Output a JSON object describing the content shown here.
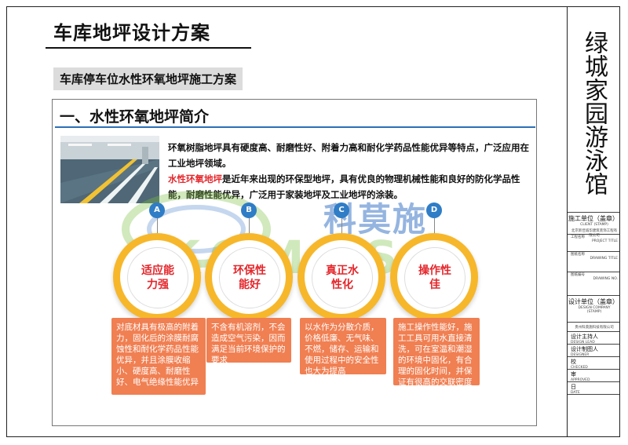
{
  "document": {
    "title": "车库地坪设计方案",
    "subtitle": "车库停车位水性环氧地坪施工方案",
    "section_heading": "一、水性环氧地坪简介",
    "intro_line1": "环氧树脂地坪具有硬度高、耐磨性好、附着力高和耐化学药品性能优异等特点，广泛应用在工业地坪领域。",
    "intro_highlight": "水性环氧地坪",
    "intro_line2": "是近年来出现的环保型地坪，具有优良的物理机械性能和良好的防化学品性能，耐磨性能优异，广泛用于家装地坪及工业地坪的涂装。"
  },
  "watermark": {
    "cn": "科莫施",
    "en": "KOMOS"
  },
  "features": [
    {
      "letter": "A",
      "title": "适应能力强",
      "title_l1": "适应能",
      "title_l2": "力强",
      "desc": "对底材具有极高的附着力，固化后的涂膜耐腐蚀性和耐化学药品性能优异，并且涂膜收缩小、硬度高、耐磨性好、电气绝缘性能优异"
    },
    {
      "letter": "B",
      "title_l1": "环保性",
      "title_l2": "能好",
      "desc": "不含有机溶剂，不会造成空气污染，因而满足当前环境保护的要求"
    },
    {
      "letter": "C",
      "title_l1": "真正水",
      "title_l2": "性化",
      "desc": "以水作为分散介质，价格低廉、无气味、不燃，储存、运输和使用过程中的安全性也大为提高"
    },
    {
      "letter": "D",
      "title_l1": "操作性",
      "title_l2": "佳",
      "desc": "施工操作性能好，施工工具可用水直接清洗，可在室温和潮湿的环境中固化，有合理的固化时间，并保证有很高的交联密度"
    }
  ],
  "title_block": {
    "project_name": "绿城家园游泳馆",
    "construction_unit": "施工单位（盖章）",
    "construction_unit_en": "CLIENT (STAMP)",
    "construction_company": "北京新佳诚华建筑装饰工程有限公司",
    "project_title_cn": "工程名称",
    "project_title_en": "PROJECT TITLE",
    "drawing_title_cn": "图纸名称",
    "drawing_title_en": "DRAWING TITLE",
    "drawing_no_cn": "图纸编号",
    "drawing_no_en": "DRAWING NO.",
    "design_unit": "设计单位（盖章）",
    "design_unit_en": "DESIGN COMPANY (STAMP)",
    "design_company": "贵州科莫施科技有限公司",
    "design_lead": "设计主持人",
    "design_lead_en": "DESIGN LEAD",
    "designer": "设计制图人",
    "designer_en": "DESIGNER",
    "checker": "校",
    "checker_en": "CHECKED",
    "approver": "审",
    "approver_en": "APPROVED",
    "date": "日",
    "date_en": "DATE"
  }
}
